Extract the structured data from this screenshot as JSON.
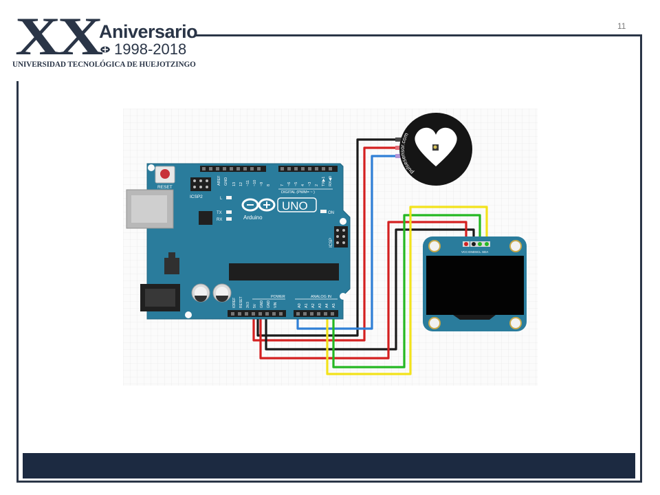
{
  "slide": {
    "page_number": "11"
  },
  "logo": {
    "numeral": "XX",
    "title": "Aniversario",
    "years": "1998-2018",
    "university": "UNIVERSIDAD TECNOLÓGICA DE HUEJOTZINGO"
  },
  "board": {
    "name": "UNO",
    "brand": "Arduino",
    "reset": "RESET",
    "icsp2": "ICSP2",
    "icsp": "ICSP",
    "l": "L",
    "tx": "TX",
    "rx": "RX",
    "on": "ON",
    "digital": "DIGITAL (PWM= ~ )",
    "power": "POWER",
    "analog": "ANALOG IN",
    "aref": "AREF",
    "gnd": "GND",
    "top_pins": [
      "13",
      "12",
      "~11",
      "~10",
      "~9",
      "8",
      "7",
      "~6",
      "~5",
      "4",
      "~3",
      "2",
      "TX▶1",
      "RX◀0"
    ],
    "power_pins": [
      "IOREF",
      "RESET",
      "3V3",
      "5V",
      "GND",
      "GND",
      "VIN"
    ],
    "analog_pins": [
      "A0",
      "A1",
      "A2",
      "A3",
      "A4",
      "A5"
    ]
  },
  "sensor": {
    "label": "pulsesensor.com"
  },
  "oled": {
    "pins": [
      "VCC",
      "GND",
      "SCL",
      "SDA"
    ]
  },
  "colors": {
    "frame": "#2a3547",
    "footer": "#1c2a41",
    "board": "#2a7c9c",
    "wire_red": "#d42020",
    "wire_black": "#1a1a1a",
    "wire_blue": "#2f7fd6",
    "wire_green": "#25b822",
    "wire_yellow": "#f2e21b"
  }
}
